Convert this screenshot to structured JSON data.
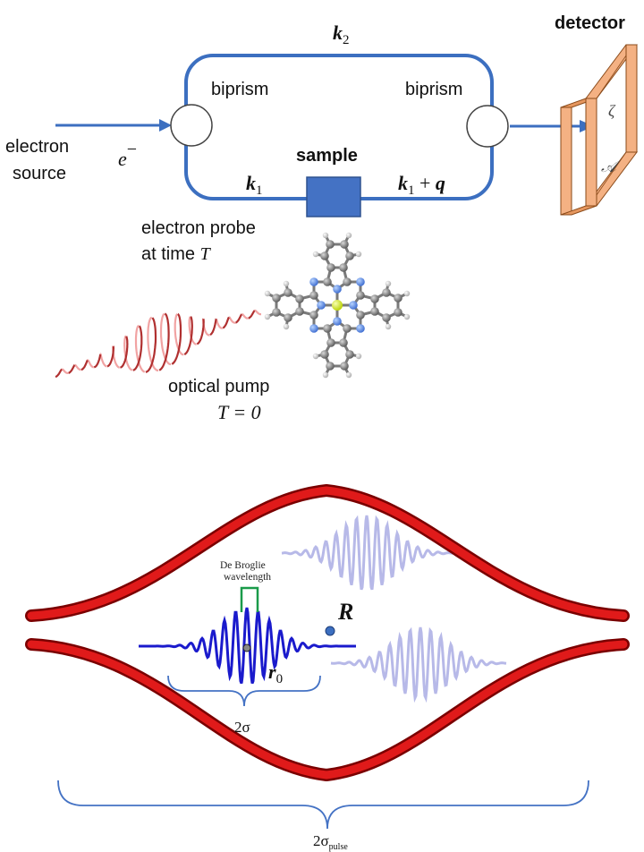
{
  "interferometer": {
    "k2": "k",
    "k2_sub": "2",
    "detector": "detector",
    "biprism_left": "biprism",
    "biprism_right": "biprism",
    "electron_source_line1": "electron",
    "electron_source_line2": "source",
    "electron_symbol": "e",
    "electron_symbol_sup": "−",
    "sample": "sample",
    "k1": "k",
    "k1_sub": "1",
    "k1q_k": "k",
    "k1q_sub": "1",
    "k1q_rest": " + ",
    "k1q_q": "q",
    "probe_line1": "electron probe",
    "probe_line2_text": "at time ",
    "probe_line2_T": "T",
    "pump_line1": "optical pump",
    "pump_line2": "T = 0",
    "detector_zeta": "ζ",
    "detector_A": "𝒜"
  },
  "wavepacket": {
    "de_broglie_line1": "De Broglie",
    "de_broglie_line2": "wavelength",
    "R": "R",
    "r0": "r",
    "r0_sub": "0",
    "two_sigma": "2σ",
    "two_sigma_pulse_main": "2σ",
    "two_sigma_pulse_sub": "pulse"
  },
  "colors": {
    "beam_blue": "#3c6fc0",
    "detector_orange": "#f4b183",
    "detector_stroke": "#c55a11",
    "sample_fill": "#4472c4",
    "envelope_red": "#d01010",
    "packet_blue": "#1a1acc",
    "packet_faded": "#b7b9e8",
    "brace_blue": "#4472c4",
    "debroglie_green": "#1a9b4a"
  }
}
